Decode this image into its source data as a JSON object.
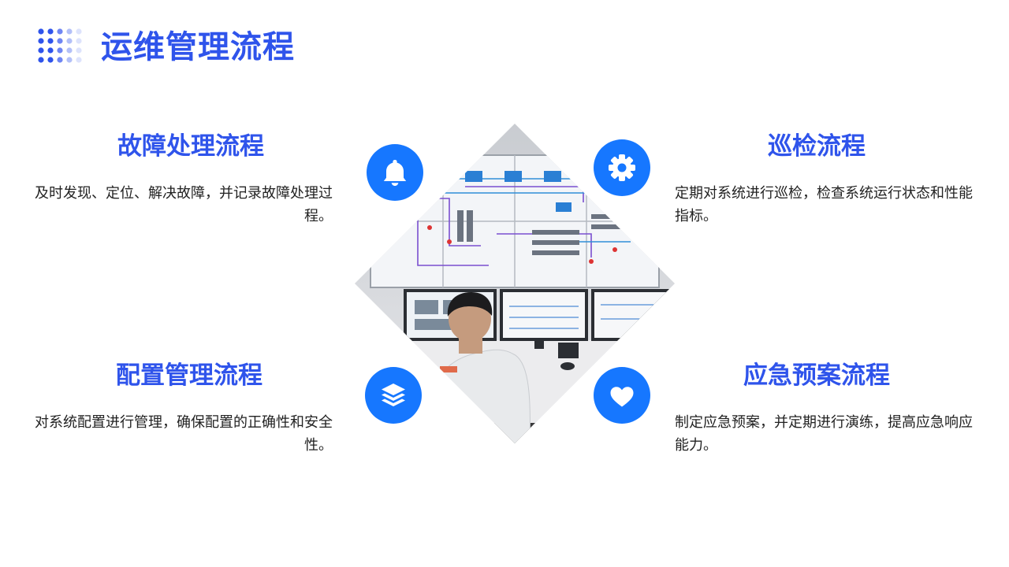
{
  "header": {
    "title": "运维管理流程"
  },
  "sections": {
    "fault": {
      "title": "故障处理流程",
      "desc": "及时发现、定位、解决故障，并记录故障处理过程。"
    },
    "inspection": {
      "title": "巡检流程",
      "desc": "定期对系统进行巡检，检查系统运行状态和性能指标。"
    },
    "config": {
      "title": "配置管理流程",
      "desc": "对系统配置进行管理，确保配置的正确性和安全性。"
    },
    "emergency": {
      "title": "应急预案流程",
      "desc": "制定应急预案，并定期进行演练，提高应急响应能力。"
    }
  },
  "icons": {
    "fault": "bell-icon",
    "inspection": "gear-icon",
    "config": "layers-icon",
    "emergency": "heart-icon"
  },
  "colors": {
    "accent": "#2f54eb",
    "icon_bg": "#1677ff",
    "text": "#222222"
  }
}
